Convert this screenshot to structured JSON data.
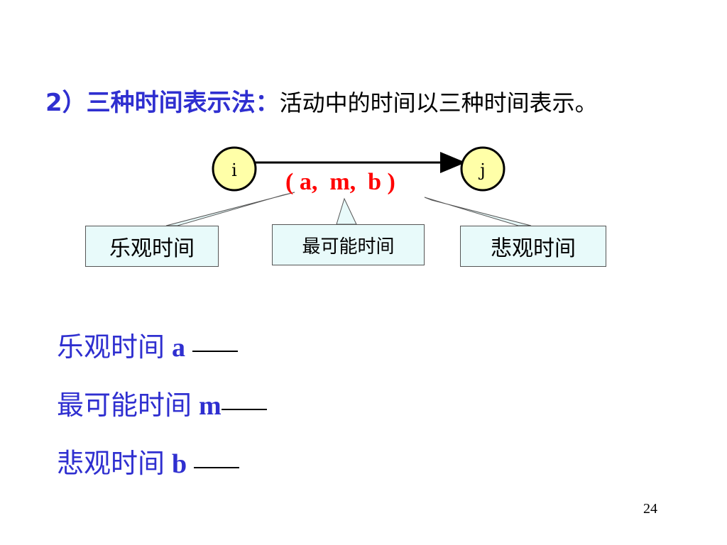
{
  "heading": {
    "title": "2）三种时间表示法：",
    "description": "活动中的时间以三种时间表示。"
  },
  "diagram": {
    "node_i": "i",
    "node_j": "j",
    "triple": "( a,  m,  b )",
    "box_optimistic": "乐观时间",
    "box_most_likely": "最可能时间",
    "box_pessimistic": "悲观时间",
    "node_fill": "#ffffa8",
    "box_fill": "#e8fafa"
  },
  "definitions": [
    {
      "label": "乐观时间",
      "symbol": "a"
    },
    {
      "label": "最可能时间",
      "symbol": "m"
    },
    {
      "label": "悲观时间",
      "symbol": "b"
    }
  ],
  "page_number": "24",
  "colors": {
    "title": "#2f2fd0",
    "triple": "#ff0000"
  }
}
